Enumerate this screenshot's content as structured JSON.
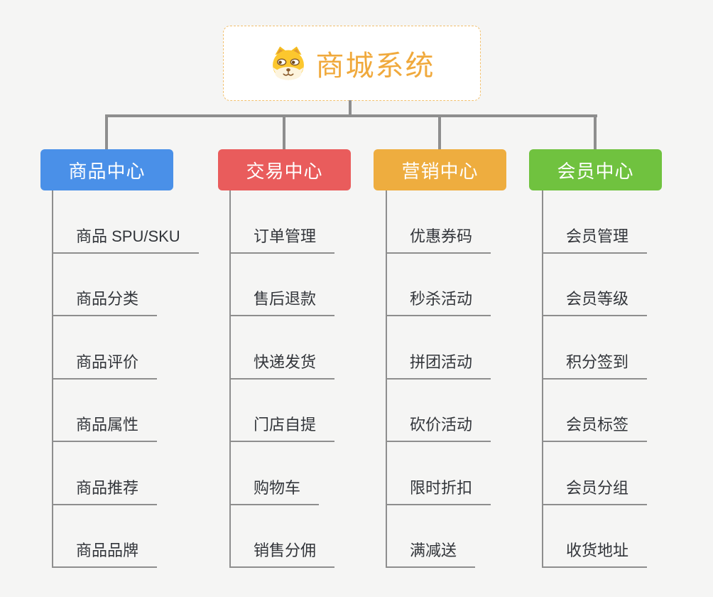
{
  "root": {
    "title": "商城系统",
    "icon": "dog-face-icon"
  },
  "colors": {
    "background": "#f5f5f4",
    "root_border": "#f2c06e",
    "root_text": "#f0a93c",
    "connector_gray": "#8e8e8e",
    "item_text": "#32353a"
  },
  "branches": [
    {
      "label": "商品中心",
      "color": "#4a90e8",
      "items": [
        "商品 SPU/SKU",
        "商品分类",
        "商品评价",
        "商品属性",
        "商品推荐",
        "商品品牌"
      ]
    },
    {
      "label": "交易中心",
      "color": "#e95c5c",
      "items": [
        "订单管理",
        "售后退款",
        "快递发货",
        "门店自提",
        "购物车",
        "销售分佣"
      ]
    },
    {
      "label": "营销中心",
      "color": "#eead3f",
      "items": [
        "优惠券码",
        "秒杀活动",
        "拼团活动",
        "砍价活动",
        "限时折扣",
        "满减送"
      ]
    },
    {
      "label": "会员中心",
      "color": "#70c23f",
      "items": [
        "会员管理",
        "会员等级",
        "积分签到",
        "会员标签",
        "会员分组",
        "收货地址"
      ]
    }
  ]
}
